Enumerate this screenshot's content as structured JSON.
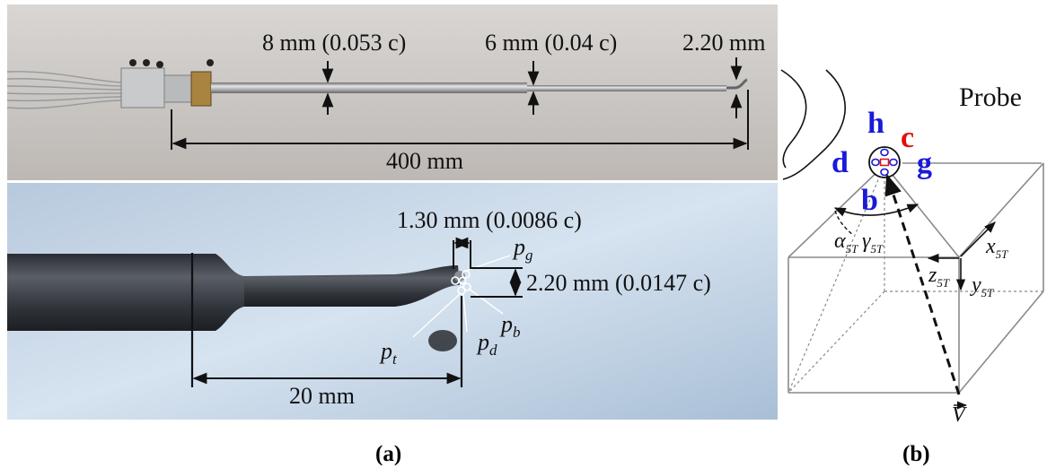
{
  "panel_a_top": {
    "dim1": "8 mm (0.053 c)",
    "dim2": "6 mm (0.04 c)",
    "dim3": "2.20 mm",
    "length": "400 mm"
  },
  "panel_a_bottom": {
    "tip_width": "1.30 mm (0.0086 c)",
    "tip_height": "2.20 mm (0.0147 c)",
    "length": "20 mm",
    "ports": {
      "g": {
        "base": "p",
        "sub": "g"
      },
      "b": {
        "base": "p",
        "sub": "b"
      },
      "d": {
        "base": "p",
        "sub": "d"
      },
      "t": {
        "base": "p",
        "sub": "t"
      }
    }
  },
  "panel_b": {
    "probe_label": "Probe",
    "holes": {
      "h": "h",
      "c": "c",
      "d": "d",
      "g": "g",
      "b": "b"
    },
    "hole_colors": {
      "blue": "#1a1ad6",
      "red": "#e01010"
    },
    "angles": {
      "alpha": {
        "base": "α",
        "sub": "5T"
      },
      "gamma": {
        "base": "γ",
        "sub": "5T"
      }
    },
    "axes": {
      "x": {
        "base": "x",
        "sub": "5T"
      },
      "y": {
        "base": "y",
        "sub": "5T"
      },
      "z": {
        "base": "z",
        "sub": "5T"
      }
    },
    "velocity": "V"
  },
  "captions": {
    "a": "(a)",
    "b": "(b)"
  }
}
